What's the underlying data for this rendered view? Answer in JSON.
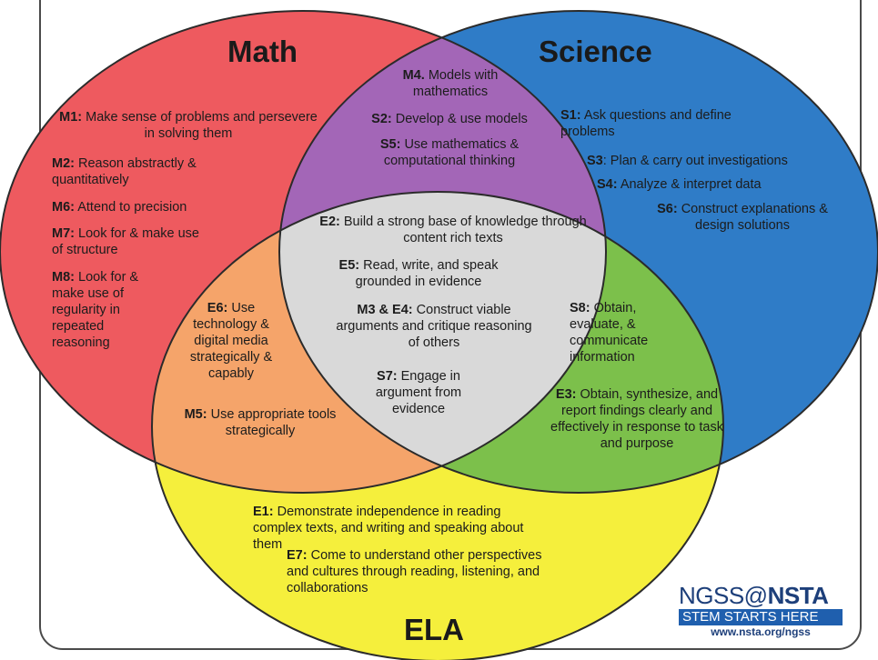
{
  "circles": {
    "math": {
      "label": "Math",
      "color": "#ee5a5f"
    },
    "science": {
      "label": "Science",
      "color": "#2f7cc7"
    },
    "ela": {
      "label": "ELA",
      "color": "#f5ef3c"
    }
  },
  "overlap_colors": {
    "math_science": "#a366b7",
    "math_ela": "#f5a46a",
    "science_ela": "#7cc04b",
    "all_three": "#d9d9d9"
  },
  "math_only": [
    {
      "code": "M1:",
      "text": "Make sense of problems and persevere in solving them"
    },
    {
      "code": "M2:",
      "text": "Reason abstractly & quantitatively"
    },
    {
      "code": "M6:",
      "text": "Attend to precision"
    },
    {
      "code": "M7:",
      "text": "Look for & make use of structure"
    },
    {
      "code": "M8:",
      "text": "Look for & make use of regularity in repeated reasoning"
    }
  ],
  "science_only": [
    {
      "code": "S1:",
      "text": "Ask questions and define problems"
    },
    {
      "code": "S3",
      "text": ": Plan & carry out investigations"
    },
    {
      "code": "S4:",
      "text": "Analyze & interpret data"
    },
    {
      "code": "S6:",
      "text": "Construct explanations & design solutions"
    }
  ],
  "math_science": [
    {
      "code": "M4.",
      "text": "Models with mathematics"
    },
    {
      "code": "S2:",
      "text": "Develop & use models"
    },
    {
      "code": "S5:",
      "text": "Use mathematics & computational thinking"
    }
  ],
  "all_three": [
    {
      "code": "E2:",
      "text": "Build a strong base of knowledge through content rich texts"
    },
    {
      "code": "E5:",
      "text": "Read, write, and speak grounded in evidence"
    },
    {
      "code": "M3 & E4:",
      "text": "Construct viable arguments and critique reasoning of others"
    },
    {
      "code": "S7:",
      "text": "Engage in argument from evidence"
    }
  ],
  "math_ela": [
    {
      "code": "E6:",
      "text": "Use technology & digital media strategically & capably"
    },
    {
      "code": "M5:",
      "text": "Use appropriate tools strategically"
    }
  ],
  "science_ela": [
    {
      "code": "S8:",
      "text": "Obtain, evaluate, & communicate information"
    },
    {
      "code": "E3:",
      "text": "Obtain, synthesize, and report findings clearly and effectively in response to task and purpose"
    }
  ],
  "ela_only": [
    {
      "code": "E1:",
      "text": "Demonstrate independence in reading complex texts, and writing and speaking about them"
    },
    {
      "code": "E7:",
      "text": "Come to understand other perspectives and cultures through reading, listening, and collaborations"
    }
  ],
  "logo": {
    "prefix": "NGSS@",
    "brand": "NSTA",
    "tagline": "STEM STARTS HERE",
    "url": "www.nsta.org/ngss"
  }
}
